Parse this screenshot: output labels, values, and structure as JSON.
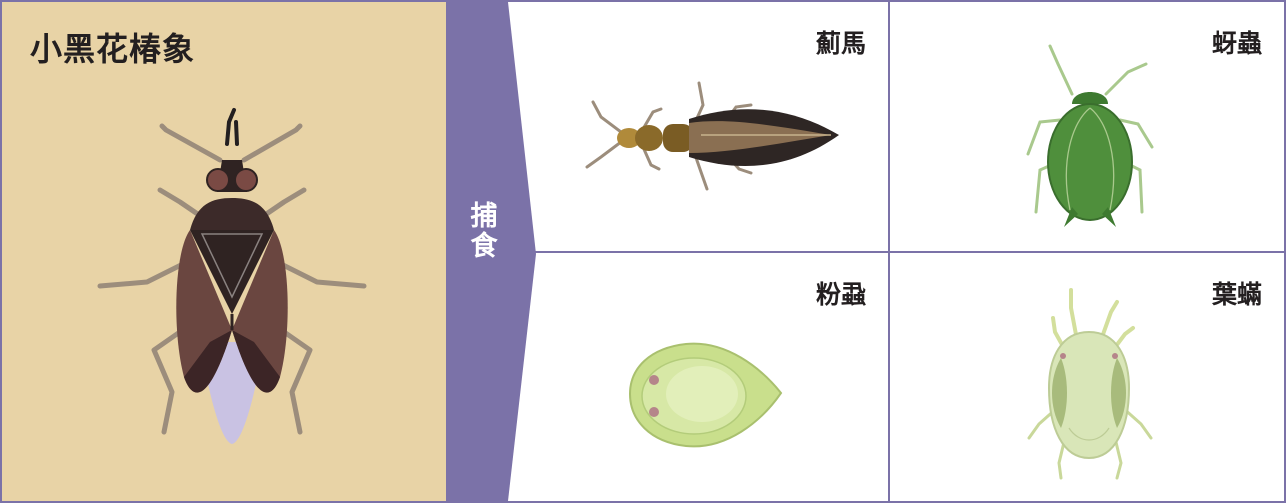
{
  "predator": {
    "name": "小黑花椿象",
    "icon": "minute-pirate-bug-icon"
  },
  "relation": {
    "label_chars": [
      "捕",
      "食"
    ],
    "color": "#7b72a8"
  },
  "prey": [
    {
      "name": "薊馬",
      "icon": "thrips-icon"
    },
    {
      "name": "蚜蟲",
      "icon": "aphid-icon"
    },
    {
      "name": "粉蝨",
      "icon": "whitefly-icon"
    },
    {
      "name": "葉蟎",
      "icon": "spider-mite-icon"
    }
  ],
  "colors": {
    "predator_background": "#e8d3a6",
    "border": "#7b72a8",
    "predator_body": "#5e3b37",
    "aphid_body": "#4f8f3c",
    "whitefly_body": "#c9df8c",
    "mite_body": "#b8cc92"
  }
}
